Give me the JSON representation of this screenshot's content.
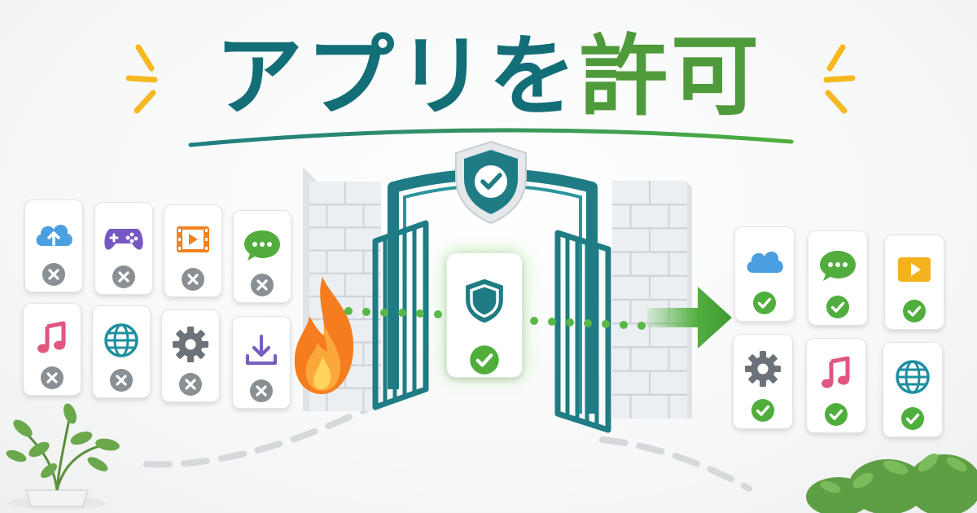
{
  "title": {
    "part1": "アプリを",
    "part2": "許可",
    "color1": "#136e77",
    "color2": "#4f9a3a",
    "accent": "#f5b820"
  },
  "blocked_apps": [
    {
      "icon": "cloud-upload-icon",
      "status": "blocked"
    },
    {
      "icon": "gamepad-icon",
      "status": "blocked"
    },
    {
      "icon": "video-film-icon",
      "status": "blocked"
    },
    {
      "icon": "chat-bubble-icon",
      "status": "blocked"
    },
    {
      "icon": "music-note-icon",
      "status": "blocked"
    },
    {
      "icon": "globe-icon",
      "status": "blocked"
    },
    {
      "icon": "gear-icon",
      "status": "blocked"
    },
    {
      "icon": "download-icon",
      "status": "blocked"
    }
  ],
  "allowed_apps": [
    {
      "icon": "cloud-icon",
      "status": "allowed"
    },
    {
      "icon": "chat-bubble-icon",
      "status": "allowed"
    },
    {
      "icon": "play-icon",
      "status": "allowed"
    },
    {
      "icon": "gear-icon",
      "status": "allowed"
    },
    {
      "icon": "music-note-icon",
      "status": "allowed"
    },
    {
      "icon": "globe-icon",
      "status": "allowed"
    }
  ],
  "center_card": {
    "icon": "shield-icon",
    "status": "allowed"
  },
  "gate_emblem": "shield-check-icon",
  "colors": {
    "teal": "#1f7c84",
    "green": "#4fae3c",
    "blocked_grey": "#8a8f94",
    "fire": "#f57c1f"
  }
}
